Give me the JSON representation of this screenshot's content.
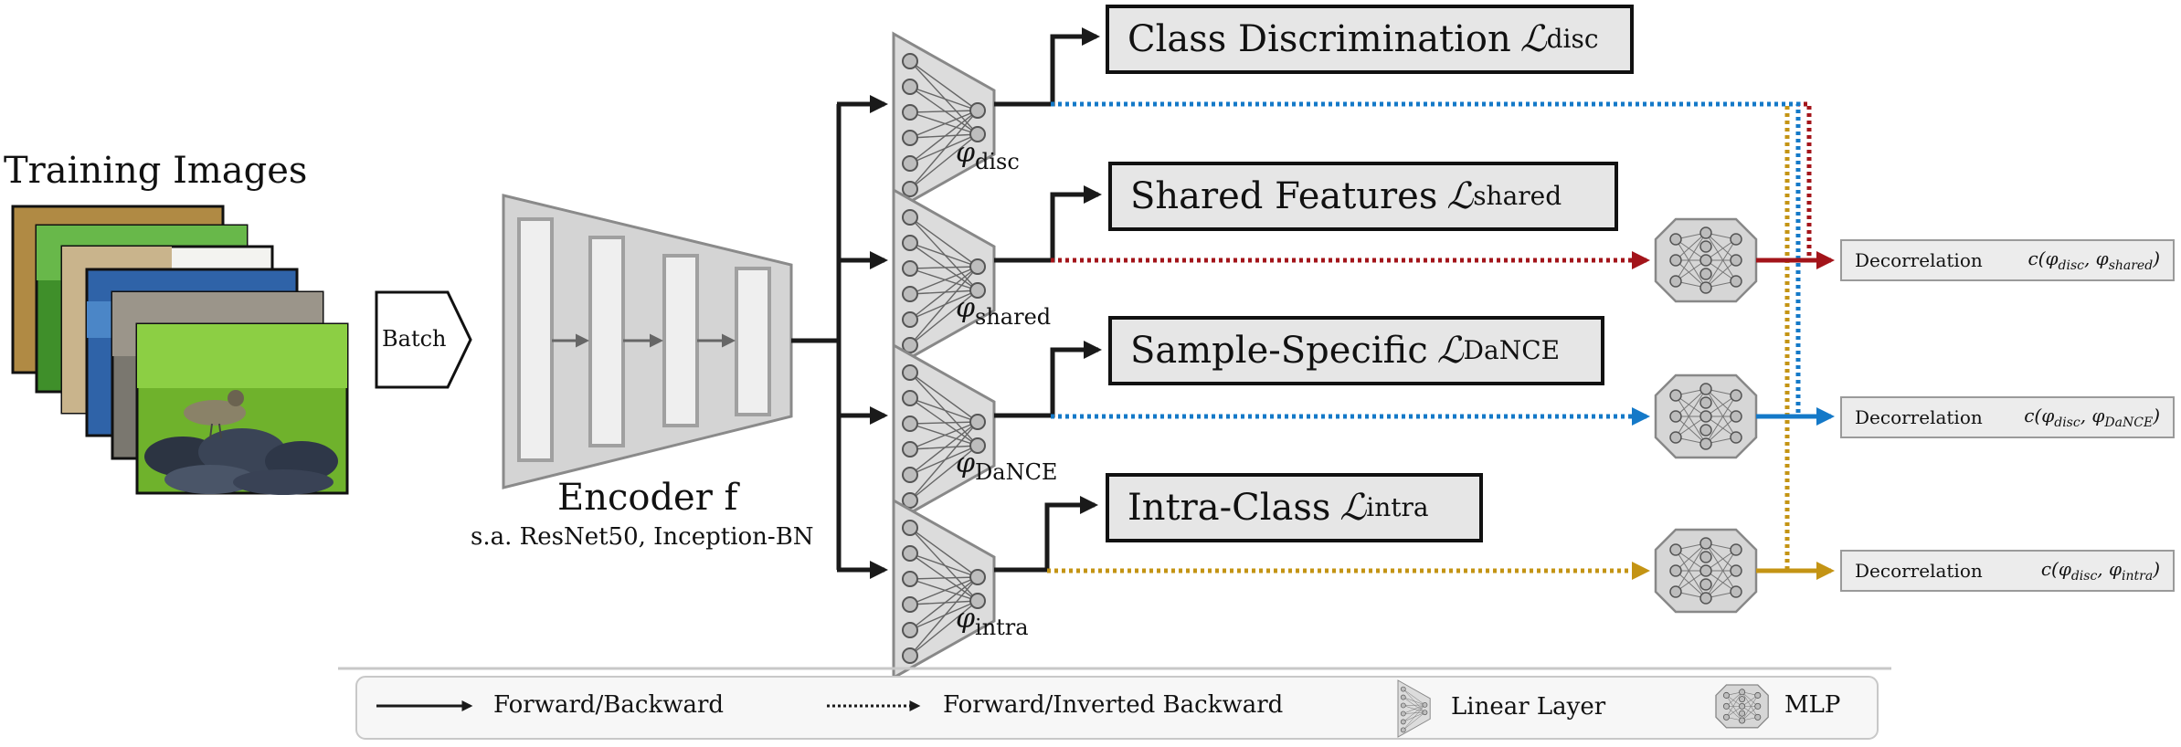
{
  "training_images": {
    "title": "Training Images"
  },
  "batch": {
    "label": "Batch"
  },
  "encoder": {
    "title": "Encoder f",
    "subtitle": "s.a. ResNet50, Inception-BN"
  },
  "heads": [
    {
      "id": "disc",
      "symbol": "φ",
      "sub": "disc"
    },
    {
      "id": "shared",
      "symbol": "φ",
      "sub": "shared"
    },
    {
      "id": "dance",
      "symbol": "φ",
      "sub": "DaNCE"
    },
    {
      "id": "intra",
      "symbol": "φ",
      "sub": "intra"
    }
  ],
  "losses": [
    {
      "id": "disc",
      "name": "Class Discrimination",
      "symbol": "ℒ",
      "sub": "disc"
    },
    {
      "id": "shared",
      "name": "Shared Features",
      "symbol": "ℒ",
      "sub": "shared"
    },
    {
      "id": "dance",
      "name": "Sample-Specific",
      "symbol": "ℒ",
      "sub": "DaNCE"
    },
    {
      "id": "intra",
      "name": "Intra-Class",
      "symbol": "ℒ",
      "sub": "intra"
    }
  ],
  "decorrelations": [
    {
      "label": "Decorrelation",
      "fn": "c(φ",
      "a": "disc",
      "sep": ", φ",
      "b": "shared",
      "end": ")"
    },
    {
      "label": "Decorrelation",
      "fn": "c(φ",
      "a": "disc",
      "sep": ", φ",
      "b": "DaNCE",
      "end": ")"
    },
    {
      "label": "Decorrelation",
      "fn": "c(φ",
      "a": "disc",
      "sep": ", φ",
      "b": "intra",
      "end": ")"
    }
  ],
  "legend": {
    "forward_backward": "Forward/Backward",
    "forward_inverted": "Forward/Inverted Backward",
    "linear_layer": "Linear Layer",
    "mlp": "MLP"
  },
  "colors": {
    "shared": "#a3141a",
    "dance": "#1479c8",
    "intra": "#c49414",
    "line": "#1a1a1a",
    "encoder_fill": "#d4d4d4",
    "head_fill": "#dcdcdc"
  },
  "icons": [
    "linear-layer-icon",
    "mlp-icon",
    "image-stack-icon",
    "arrow-icon"
  ]
}
